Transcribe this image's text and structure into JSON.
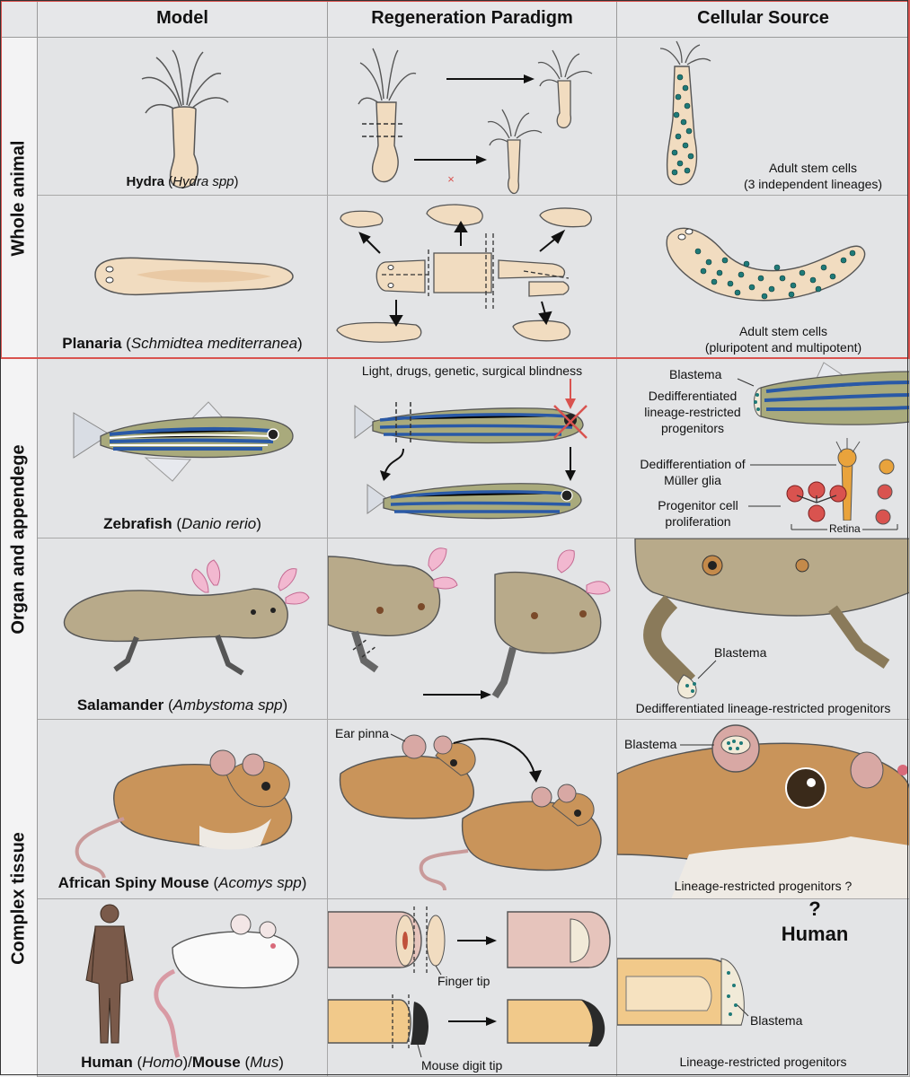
{
  "headers": {
    "model": "Model",
    "paradigm": "Regeneration Paradigm",
    "source": "Cellular Source"
  },
  "categories": {
    "whole": "Whole animal",
    "organ": "Organ and appendege",
    "complex": "Complex tissue"
  },
  "rows": {
    "hydra": {
      "name": "Hydra",
      "species": "Hydra spp",
      "source_line1": "Adult stem cells",
      "source_line2": "(3 independent lineages)",
      "fail_mark": "×"
    },
    "planaria": {
      "name": "Planaria",
      "species": "Schmidtea mediterranea",
      "source_line1": "Adult stem cells",
      "source_line2": "(pluripotent and multipotent)"
    },
    "zebrafish": {
      "name": "Zebrafish",
      "species": "Danio rerio",
      "paradigm_caption": "Light, drugs, genetic, surgical blindness",
      "blastema": "Blastema",
      "dediff_line1": "Dedifferentiated",
      "dediff_line2": "lineage-restricted",
      "dediff_line3": "progenitors",
      "muller_line1": "Dedifferentiation of",
      "muller_line2": "Müller glia",
      "prog_line1": "Progenitor cell",
      "prog_line2": "proliferation",
      "retina": "Retina"
    },
    "salamander": {
      "name": "Salamander",
      "species": "Ambystoma spp",
      "blastema": "Blastema",
      "source": "Dedifferentiated lineage-restricted progenitors"
    },
    "mouse_spiny": {
      "name": "African Spiny Mouse",
      "species": "Acomys spp",
      "ear_pinna": "Ear pinna",
      "blastema": "Blastema",
      "source": "Lineage-restricted progenitors ?"
    },
    "human": {
      "name1": "Human",
      "species1": "Homo",
      "slash": "/",
      "name2": "Mouse",
      "species2": "Mus",
      "finger_tip": "Finger tip",
      "digit_tip": "Mouse digit tip",
      "question": "?",
      "human_label": "Human",
      "blastema": "Blastema",
      "source": "Lineage-restricted progenitors"
    }
  },
  "colors": {
    "frame_red": "#d9534f",
    "cell_bg": "#e3e4e6",
    "header_bg": "#e6e7e9",
    "body_tan": "#f1dcc0",
    "stem_teal": "#1f7a78"
  }
}
